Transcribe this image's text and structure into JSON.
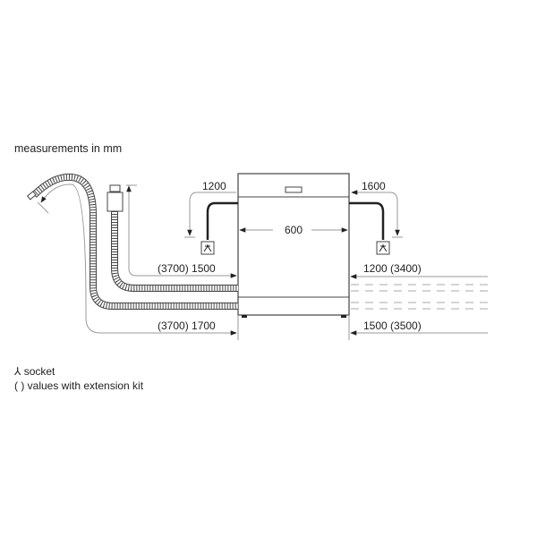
{
  "header": {
    "title": "measurements in mm"
  },
  "dimensions": {
    "top_left_power_cord": "1200",
    "top_right_power_cord": "1600",
    "width": "600",
    "left_upper_hose": "(3700) 1500",
    "left_lower_hose": "(3700) 1700",
    "right_upper_hose": "1200 (3400)",
    "right_lower_hose": "1500 (3500)"
  },
  "legend": {
    "socket_symbol": "⅄",
    "socket_label": "socket",
    "brackets_label": "( ) values with extension kit"
  },
  "colors": {
    "line": "#3a3a3a",
    "dim_line": "#9a9a9a",
    "background": "#ffffff"
  }
}
